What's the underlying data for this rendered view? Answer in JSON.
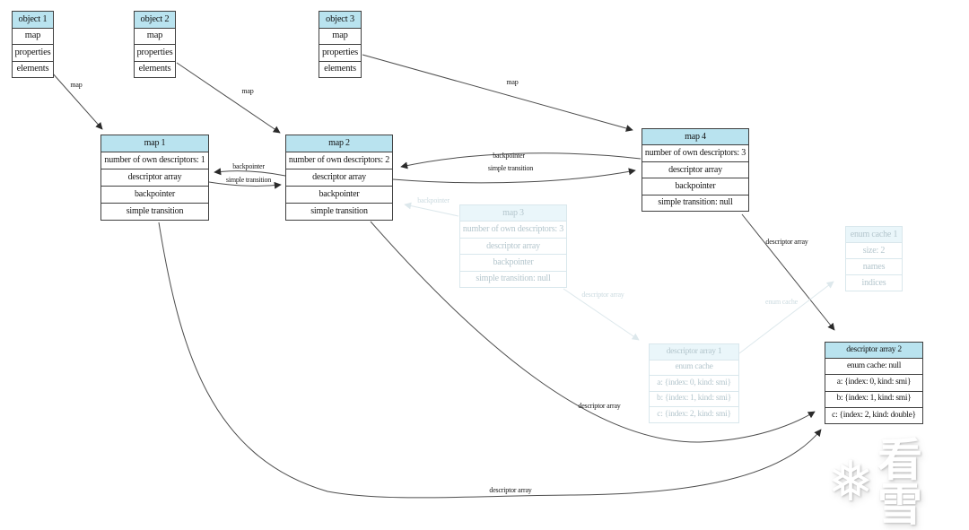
{
  "diagram": {
    "nodes": {
      "object1": {
        "title": "object 1",
        "rows": [
          "map",
          "properties",
          "elements"
        ]
      },
      "object2": {
        "title": "object 2",
        "rows": [
          "map",
          "properties",
          "elements"
        ]
      },
      "object3": {
        "title": "object 3",
        "rows": [
          "map",
          "properties",
          "elements"
        ]
      },
      "map1": {
        "title": "map 1",
        "rows": [
          "number of own descriptors: 1",
          "descriptor array",
          "backpointer",
          "simple transition"
        ]
      },
      "map2": {
        "title": "map 2",
        "rows": [
          "number of own descriptors: 2",
          "descriptor array",
          "backpointer",
          "simple transition"
        ]
      },
      "map3": {
        "title": "map 3",
        "rows": [
          "number of own descriptors: 3",
          "descriptor array",
          "backpointer",
          "simple transition: null"
        ]
      },
      "map4": {
        "title": "map 4",
        "rows": [
          "number of own descriptors: 3",
          "descriptor array",
          "backpointer",
          "simple transition: null"
        ]
      },
      "enum_cache1": {
        "title": "enum cache 1",
        "rows": [
          "size: 2",
          "names",
          "indices"
        ]
      },
      "descriptor_array1": {
        "title": "descriptor array 1",
        "rows": [
          "enum cache",
          "a: {index: 0, kind: smi}",
          "b: {index: 1, kind: smi}",
          "c: {index: 2, kind: smi}"
        ]
      },
      "descriptor_array2": {
        "title": "descriptor array 2",
        "rows": [
          "enum cache: null",
          "a: {index: 0, kind: smi}",
          "b: {index: 1, kind: smi}",
          "c: {index: 2, kind: double}"
        ]
      }
    },
    "edge_labels": {
      "obj1_map": "map",
      "obj2_map": "map",
      "obj3_map": "map",
      "m2_m1_backpointer": "backpointer",
      "m1_m2_simple_transition": "simple transition",
      "m4_m2_backpointer": "backpointer",
      "m2_m4_simple_transition": "simple transition",
      "m3_m2_backpointer": "backpointer",
      "m3_desc1": "descriptor array",
      "desc1_enum1": "enum cache",
      "m4_desc2": "descriptor array",
      "m2_desc2": "descriptor array",
      "m1_desc2": "descriptor array"
    },
    "colors": {
      "header_fill": "#b9e3ef",
      "faded_header_fill": "#eaf6fa",
      "box_border": "#3f3f3f",
      "faded_border": "#d9e7ec",
      "faded_text": "#b4c6cd",
      "arrow": "#4d4d4d",
      "faded_arrow": "#dde8ec"
    },
    "watermark": {
      "snowflake_icon": "❅",
      "text": "看雪"
    }
  }
}
